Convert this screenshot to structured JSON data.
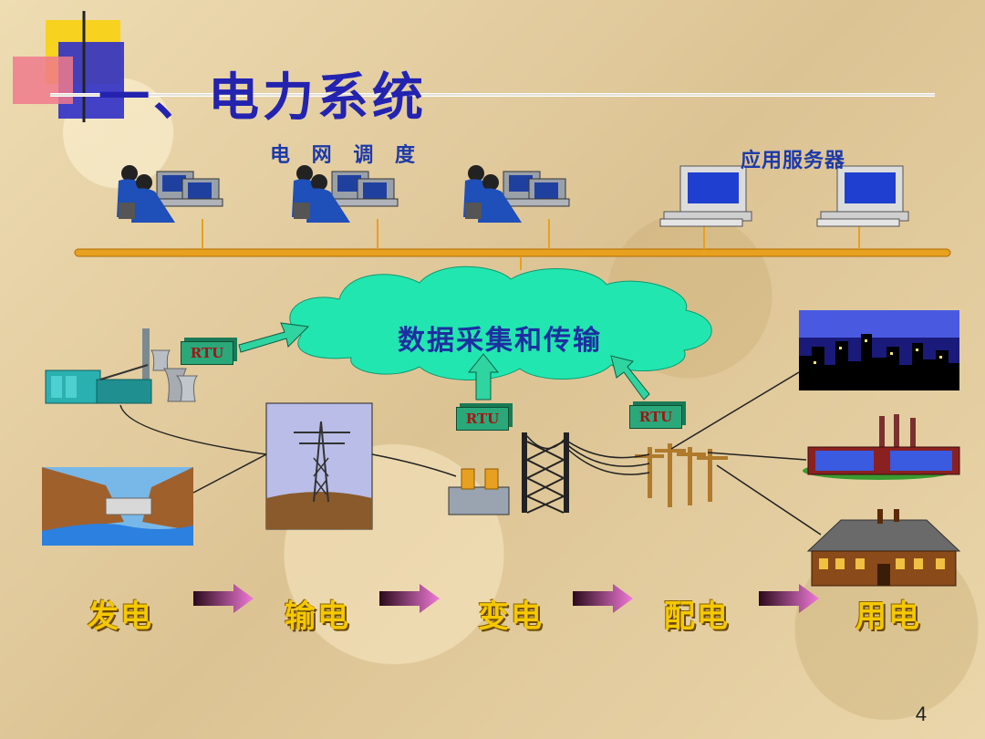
{
  "title": "一、电力系统",
  "labels": {
    "dispatch": "电 网 调 度",
    "server": "应用服务器",
    "cloud": "数据采集和传输",
    "rtu": "RTU"
  },
  "stages": [
    "发电",
    "输电",
    "变电",
    "配电",
    "用电"
  ],
  "page_number": "4",
  "colors": {
    "title": "#2323b0",
    "bus": "#e8a020",
    "cloud": "#22e6b0",
    "rtu": "#2aa87a",
    "stage_text": "#f5c800"
  }
}
